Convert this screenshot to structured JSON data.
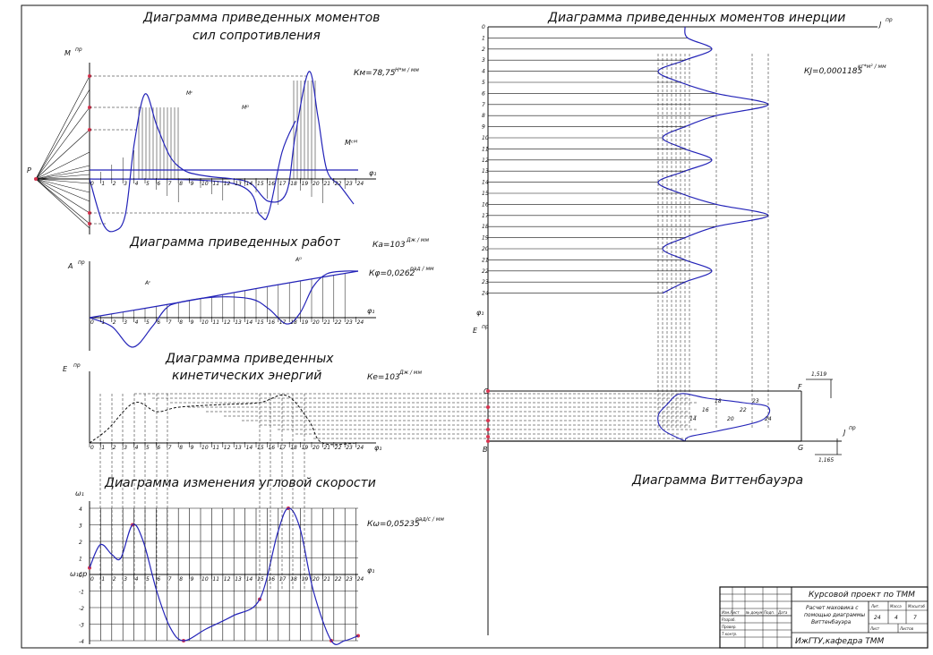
{
  "titles": {
    "moments_line1": "Диаграмма приведенных моментов",
    "moments_line2": "сил сопротивления",
    "inertia": "Диаграмма приведенных моментов  инерции",
    "work": "Диаграмма приведенных работ",
    "kinetic_line1": "Диаграмма приведенных",
    "kinetic_line2": "кинетических энергий",
    "angular": "Диаграмма изменения угловой скорости",
    "wittenbauer": "Диаграмма Виттенбауэра"
  },
  "axes": {
    "m_pr": "M",
    "a_pr": "A",
    "e_pr": "E",
    "e_pr_right": "E",
    "j_pr": "J",
    "pr_sup": "пр",
    "phi": "φ₁",
    "omega": "ω₁",
    "omega_cp": "ω₁ср",
    "pole": "P"
  },
  "curve_labels": {
    "mc": "Mᶜ",
    "md": "Mᴰ",
    "m_avg": "Mᶜᴹ",
    "a_c": "Aᶜ",
    "a_d": "Aᴰ"
  },
  "coefficients": {
    "km": "Км=78,75",
    "km_unit": "Н*м / мм",
    "kj": "КJ=0,0001185",
    "kj_unit": "кг*м² / мм",
    "ka": "Кa=103",
    "ka_unit": "Дж / мм",
    "kphi": "Кφ=0,0262",
    "kphi_unit": "рад / мм",
    "ke": "Кe=103",
    "ke_unit": "Дж / мм",
    "kw": "Кω=0,05235",
    "kw_unit": "рад/с / мм"
  },
  "wittenbauer_marks": {
    "top": "1,519",
    "bottom": "1,165",
    "c": "C",
    "b": "B",
    "f": "F",
    "g": "G"
  },
  "phi_ticks": [
    "0",
    "1",
    "2",
    "3",
    "4",
    "5",
    "6",
    "7",
    "8",
    "9",
    "10",
    "11",
    "12",
    "13",
    "14",
    "15",
    "16",
    "17",
    "18",
    "19",
    "20",
    "21",
    "22",
    "23",
    "24"
  ],
  "omega_ticks": [
    "4",
    "3",
    "2",
    "1",
    "0",
    "-1",
    "-2",
    "-3",
    "-4"
  ],
  "title_block": {
    "project": "Курсовой проект по ТММ",
    "sheet_title_1": "Расчет маховика с",
    "sheet_title_2": "помощью диаграммы",
    "sheet_title_3": "Виттенбауэра",
    "org": "ИжГТУ,кафедра ТММ",
    "sheet_no": "24",
    "sheets": "4",
    "num": "7",
    "row_1": "Изм.Лист",
    "row_2": "№ докум.",
    "row_3": "Подп.",
    "row_4": "Дата",
    "row_razrab": "Разраб.",
    "row_prov": "Провер.",
    "row_tkontr": "Т.контр.",
    "lit": "Лит.",
    "mass": "Масса",
    "scale": "Масштаб",
    "list": "Лист",
    "listov": "Листов"
  },
  "colors": {
    "curve": "#2323b8",
    "point": "#d8344f",
    "line": "#111111"
  }
}
